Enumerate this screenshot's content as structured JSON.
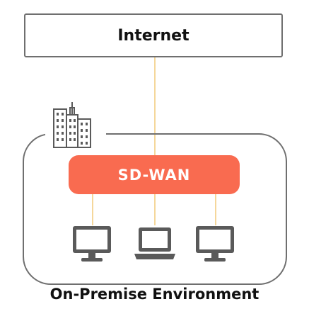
{
  "internet": {
    "label": "Internet"
  },
  "sdwan": {
    "label": "SD-WAN"
  },
  "environment": {
    "label": "On-Premise Environment"
  },
  "colors": {
    "sdwan": "#f96b50",
    "line": "#f5d79b",
    "border": "#6f6f6f",
    "icon": "#5a5a5a"
  },
  "icons": [
    "building-icon",
    "desktop-monitor-icon",
    "laptop-icon",
    "desktop-monitor-icon"
  ]
}
